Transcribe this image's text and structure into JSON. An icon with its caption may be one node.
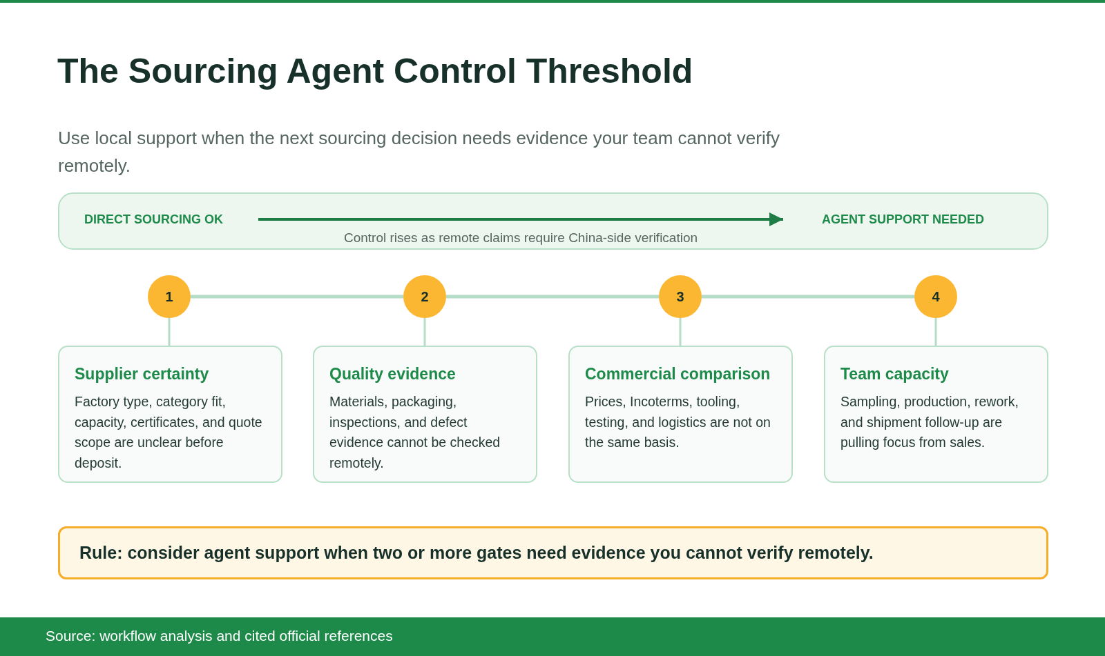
{
  "diagram": {
    "title": "The Sourcing Agent Control Threshold",
    "caption": "Source: workflow analysis and cited official references",
    "nodes": [
      {
        "text": [],
        "shape": "box"
      },
      {
        "text": [
          "DIRECT SOURCING OK"
        ],
        "in": 0
      },
      {
        "text": [
          "AGENT SUPPORT NEEDED"
        ],
        "in": 0
      },
      {
        "text": [
          "1"
        ]
      },
      {
        "text": [
          "2"
        ]
      },
      {
        "text": [
          "3"
        ]
      },
      {
        "text": [
          "4"
        ]
      },
      {
        "text": [
          "Supplier certainty",
          "Factory type, category fit, capacity, certificates, and quote scope are unclear before deposit."
        ]
      },
      {
        "text": [
          "Quality evidence",
          "Materials, packaging, inspections, and defect evidence cannot be checked remotely."
        ]
      },
      {
        "text": [
          "Commercial comparison",
          "Prices, Incoterms, tooling, testing, and logistics are not on the same basis."
        ]
      },
      {
        "text": [
          "Team capacity",
          "Sampling, production, rework, and shipment follow-up are pulling focus from sales."
        ]
      },
      {
        "text": [
          "Rule: consider agent support when two or more gates need evidence you cannot verify remotely."
        ]
      }
    ],
    "edges": [
      {
        "from": 1,
        "to": 2,
        "arrow": "to",
        "label": "Control rises as remote claims require China-side verification",
        "color": "#1e7d45"
      },
      {
        "from": 3,
        "to": 4,
        "arrow": "none"
      },
      {
        "from": 4,
        "to": 5,
        "arrow": "none"
      },
      {
        "from": 5,
        "to": 6,
        "arrow": "none"
      },
      {
        "from": 3,
        "to": 7,
        "arrow": "none"
      },
      {
        "from": 4,
        "to": 8,
        "arrow": "none"
      },
      {
        "from": 5,
        "to": 9,
        "arrow": "none"
      },
      {
        "from": 6,
        "to": 10,
        "arrow": "none"
      }
    ],
    "labels": [
      "Use local support when the next sourcing decision needs evidence your team cannot verify remotely."
    ]
  }
}
